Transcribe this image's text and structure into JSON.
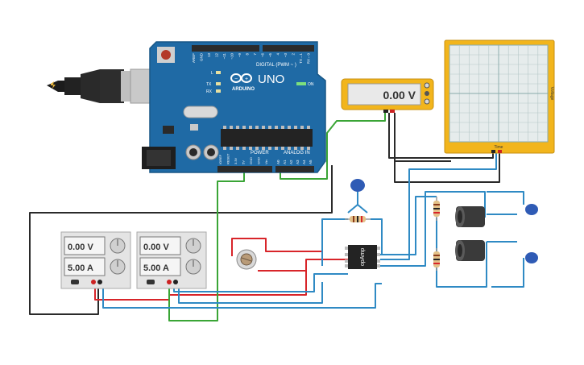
{
  "arduino": {
    "model_label": "UNO",
    "brand_label": "ARDUINO",
    "on_label": "ON",
    "tx_label": "TX",
    "rx_label": "RX",
    "l_label": "L",
    "digital_label": "DIGITAL (PWM ~ )",
    "power_label": "POWER",
    "analog_label": "ANALOG IN",
    "digital_pins": [
      "AREF",
      "GND",
      "13",
      "12",
      "~11",
      "~10",
      "~9",
      "8",
      "7",
      "~6",
      "~5",
      "4",
      "~3",
      "2",
      "TX→1",
      "RX←0"
    ],
    "power_pins": [
      "IOREF",
      "RESET",
      "3.3V",
      "5V",
      "GND",
      "GND",
      "Vin"
    ],
    "analog_pins": [
      "A0",
      "A1",
      "A2",
      "A3",
      "A4",
      "A5"
    ],
    "colors": {
      "board": "#1f6aa5",
      "header": "#2b2b2b"
    }
  },
  "multimeter": {
    "reading": "0.00 V",
    "colors": {
      "body": "#f2b51c",
      "display": "#e9e9e9"
    }
  },
  "oscilloscope": {
    "x_axis_label": "Time",
    "y_axis_label": "Voltage",
    "colors": {
      "body": "#f2b51c",
      "grid_bg": "#e6ecec",
      "grid_line": "#b6c7c7"
    }
  },
  "power_supplies": [
    {
      "voltage": "0.00 V",
      "current": "5.00 A"
    },
    {
      "voltage": "0.00 V",
      "current": "5.00 A"
    }
  ],
  "opamp": {
    "label": "opAmp"
  },
  "wire_colors": {
    "black": "#2a2a2a",
    "red": "#d8252a",
    "blue": "#2f8ac4",
    "green": "#3aa536"
  },
  "icons": [
    "usb-cable-icon",
    "reset-button-icon",
    "arduino-logo-icon",
    "power-jack-icon"
  ]
}
